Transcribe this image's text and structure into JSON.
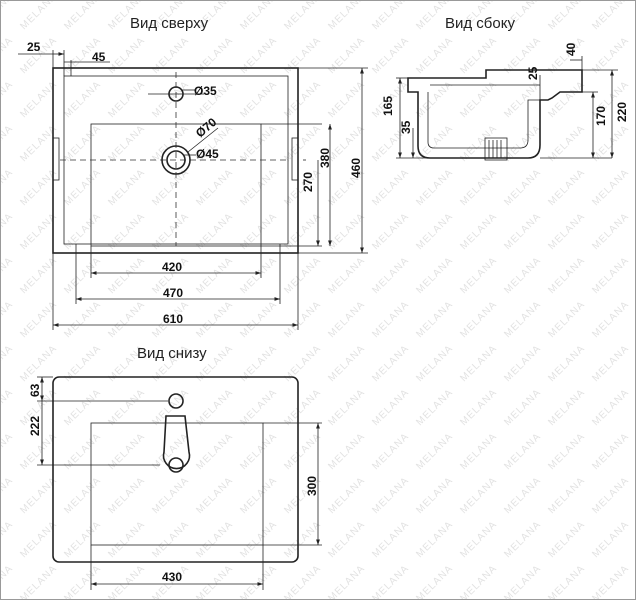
{
  "watermark": "MELANA",
  "views": {
    "top": {
      "title": "Вид сверху",
      "dims": {
        "d25": "25",
        "d45": "45",
        "hole35": "Ø35",
        "drain70": "Ø70",
        "drain45": "Ø45",
        "w420": "420",
        "w470": "470",
        "w610": "610",
        "h270": "270",
        "h380": "380",
        "h460": "460"
      }
    },
    "side": {
      "title": "Вид сбоку",
      "dims": {
        "d40": "40",
        "d25": "25",
        "d165": "165",
        "d35": "35",
        "d170": "170",
        "d220": "220"
      }
    },
    "bottom": {
      "title": "Вид снизу",
      "dims": {
        "d63": "63",
        "d222": "222",
        "d300": "300",
        "d430": "430"
      }
    }
  }
}
